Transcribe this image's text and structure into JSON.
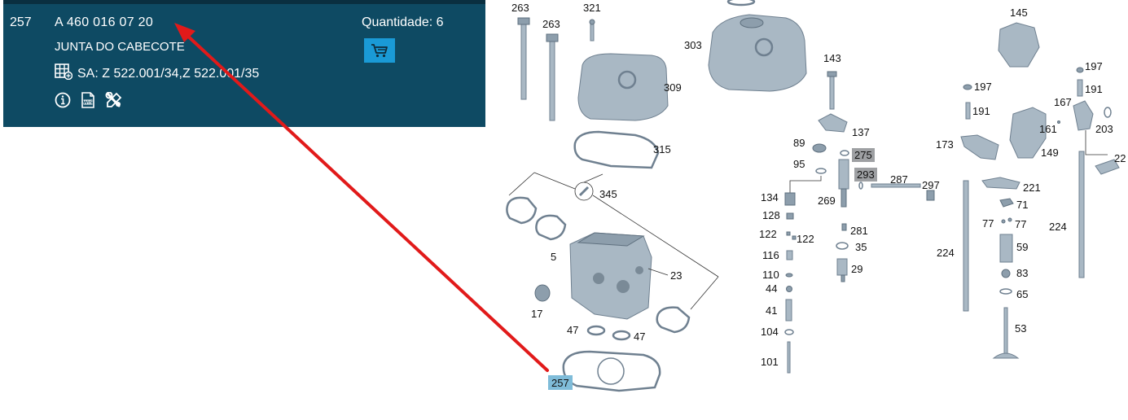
{
  "panel": {
    "position": "257",
    "part_number": "A 460 016 07 20",
    "description": "JUNTA DO CABECOTE",
    "sa_text": "SA: Z 522.001/34,Z 522.001/35",
    "quantity_text": "Quantidade: 6",
    "colors": {
      "background": "#0e4a63",
      "cart": "#1a9ad6",
      "arrow": "#e11a1a"
    }
  },
  "diagram": {
    "labels": {
      "l263a": "263",
      "l263b": "263",
      "l321": "321",
      "l303": "303",
      "l309": "309",
      "l315": "315",
      "l345": "345",
      "l5": "5",
      "l23": "23",
      "l17": "17",
      "l47a": "47",
      "l47b": "47",
      "l257": "257",
      "l143": "143",
      "l137": "137",
      "l89": "89",
      "l275": "275",
      "l95": "95",
      "l293": "293",
      "l134": "134",
      "l269": "269",
      "l287": "287",
      "l297": "297",
      "l128": "128",
      "l122a": "122",
      "l122b": "122",
      "l281": "281",
      "l35": "35",
      "l116": "116",
      "l110": "110",
      "l29": "29",
      "l44": "44",
      "l41": "41",
      "l104": "104",
      "l101": "101",
      "l145": "145",
      "l197a": "197",
      "l197b": "197",
      "l191a": "191",
      "l191b": "191",
      "l167": "167",
      "l161": "161",
      "l203": "203",
      "l173": "173",
      "l149": "149",
      "l22": "22",
      "l221": "221",
      "l71": "71",
      "l77a": "77",
      "l77b": "77",
      "l224a": "224",
      "l224b": "224",
      "l59": "59",
      "l83": "83",
      "l65": "65",
      "l53": "53"
    }
  }
}
